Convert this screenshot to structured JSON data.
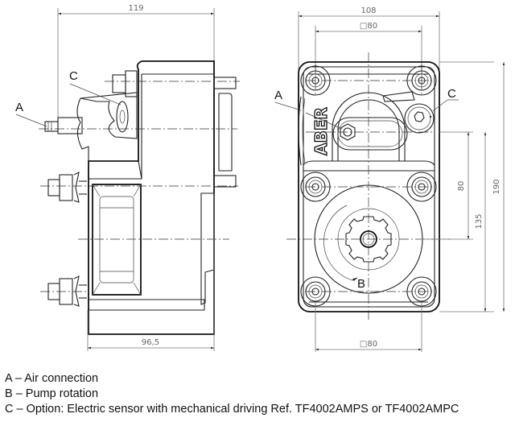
{
  "drawing": {
    "side_view": {
      "dimensions": {
        "overall_width": "119",
        "base_width": "96,5"
      },
      "callouts": {
        "a": "A",
        "c": "C"
      }
    },
    "front_view": {
      "dimensions": {
        "overall_width": "108",
        "bolt_square_top": "□80",
        "bolt_square_bottom": "□80",
        "height_80": "80",
        "height_135": "135",
        "height_190": "190"
      },
      "callouts": {
        "a": "A",
        "b": "B",
        "c": "C"
      },
      "brand_text": "ABER"
    }
  },
  "legend": [
    {
      "key": "A",
      "text": "A – Air connection"
    },
    {
      "key": "B",
      "text": "B – Pump rotation"
    },
    {
      "key": "C",
      "text": "C – Option: Electric sensor with mechanical driving Ref. TF4002AMPS or TF4002AMPC"
    }
  ]
}
